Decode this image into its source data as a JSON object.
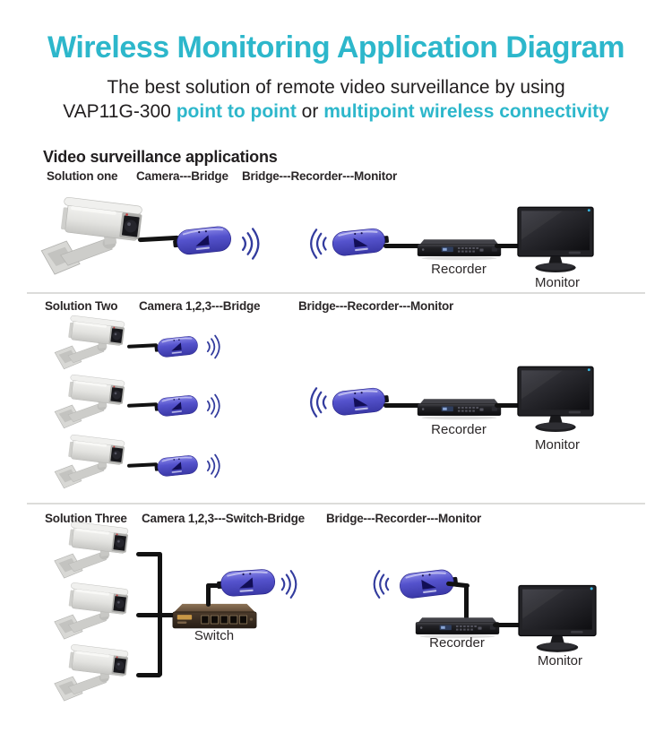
{
  "title": "Wireless Monitoring Application Diagram",
  "subtitle": {
    "line1": "The best solution of remote video surveillance by using",
    "model": "VAP11G-300",
    "highlight1": "point to point",
    "joiner": "or",
    "highlight2": "multipoint wireless connectivity"
  },
  "section_heading": "Video surveillance applications",
  "solutions": [
    {
      "name": "Solution one",
      "left_chain": "Camera---Bridge",
      "right_chain": "Bridge---Recorder---Monitor",
      "recorder_label": "Recorder",
      "monitor_label": "Monitor"
    },
    {
      "name": "Solution Two",
      "left_chain": "Camera 1,2,3---Bridge",
      "right_chain": "Bridge---Recorder---Monitor",
      "recorder_label": "Recorder",
      "monitor_label": "Monitor"
    },
    {
      "name": "Solution Three",
      "left_chain": "Camera 1,2,3---Switch-Bridge",
      "right_chain": "Bridge---Recorder---Monitor",
      "recorder_label": "Recorder",
      "monitor_label": "Monitor",
      "switch_label": "Switch"
    }
  ],
  "colors": {
    "accent_cyan": "#2db7cb",
    "wave_blue": "#333c9e",
    "bridge_blue": "#4a48c0",
    "text_black": "#211e1f"
  }
}
